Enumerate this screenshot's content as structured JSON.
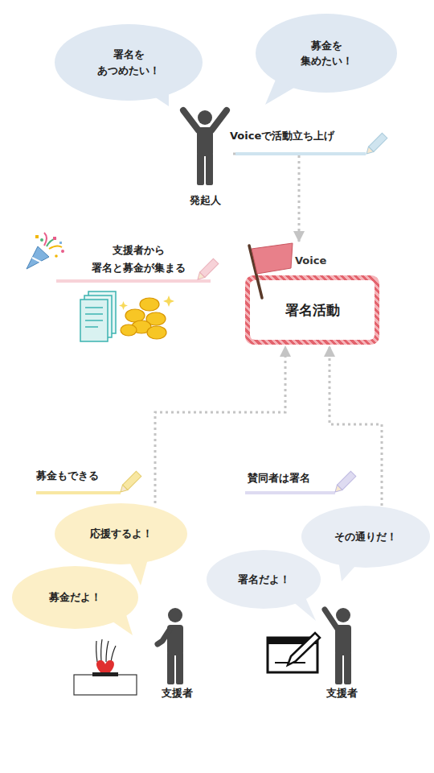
{
  "diagram": {
    "nodes": [
      {
        "text": [
          "署名を あつめたい！"
        ]
      },
      {
        "text": [
          "募金を 集めたい！"
        ]
      },
      {
        "text": [
          "発起人"
        ]
      },
      {
        "text": [
          "Voice",
          "署名活動"
        ]
      },
      {
        "text": [
          "応援するよ！"
        ]
      },
      {
        "text": [
          "その通りだ！"
        ]
      },
      {
        "text": [
          "署名だよ！"
        ]
      },
      {
        "text": [
          "募金だよ！"
        ]
      },
      {
        "text": [
          "支援者"
        ]
      },
      {
        "text": [
          "支援者"
        ]
      }
    ],
    "edges": [
      {
        "from": 2,
        "to": 3,
        "arrow": "to"
      },
      {
        "from": 4,
        "to": 3,
        "arrow": "to"
      },
      {
        "from": 5,
        "to": 3,
        "arrow": "to"
      }
    ],
    "labels": [
      "Voiceで活動立ち上げ",
      "支援者から 署名と募金が集まる",
      "募金もできる",
      "賛同者は署名"
    ]
  }
}
